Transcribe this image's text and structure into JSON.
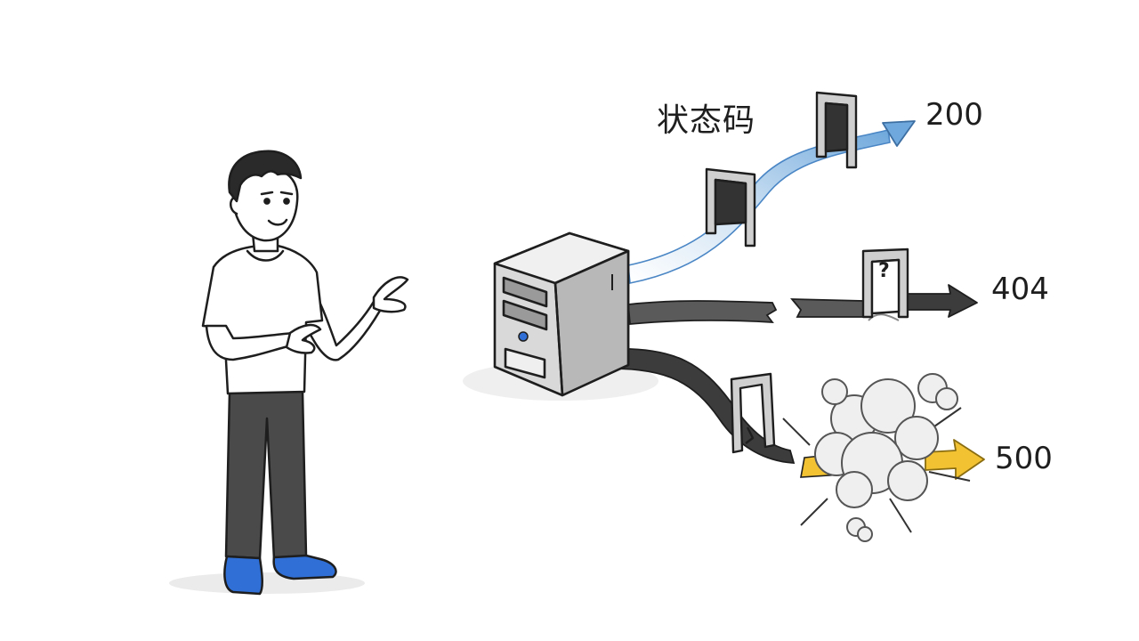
{
  "diagram": {
    "title": "状态码",
    "codes": [
      {
        "code": "200",
        "path": "success",
        "color": "#6fa8dc"
      },
      {
        "code": "404",
        "path": "not-found",
        "color": "#3c3c3c"
      },
      {
        "code": "500",
        "path": "server-error",
        "color": "#f2c232"
      }
    ],
    "symbols": {
      "question_mark": "?"
    },
    "colors": {
      "ink": "#1e1e1e",
      "shoe": "#2f6fd6",
      "jeans": "#4a4a4a",
      "server": "#d9d9d9",
      "power_led": "#2f6fd6",
      "explosion": "#efefef"
    }
  }
}
